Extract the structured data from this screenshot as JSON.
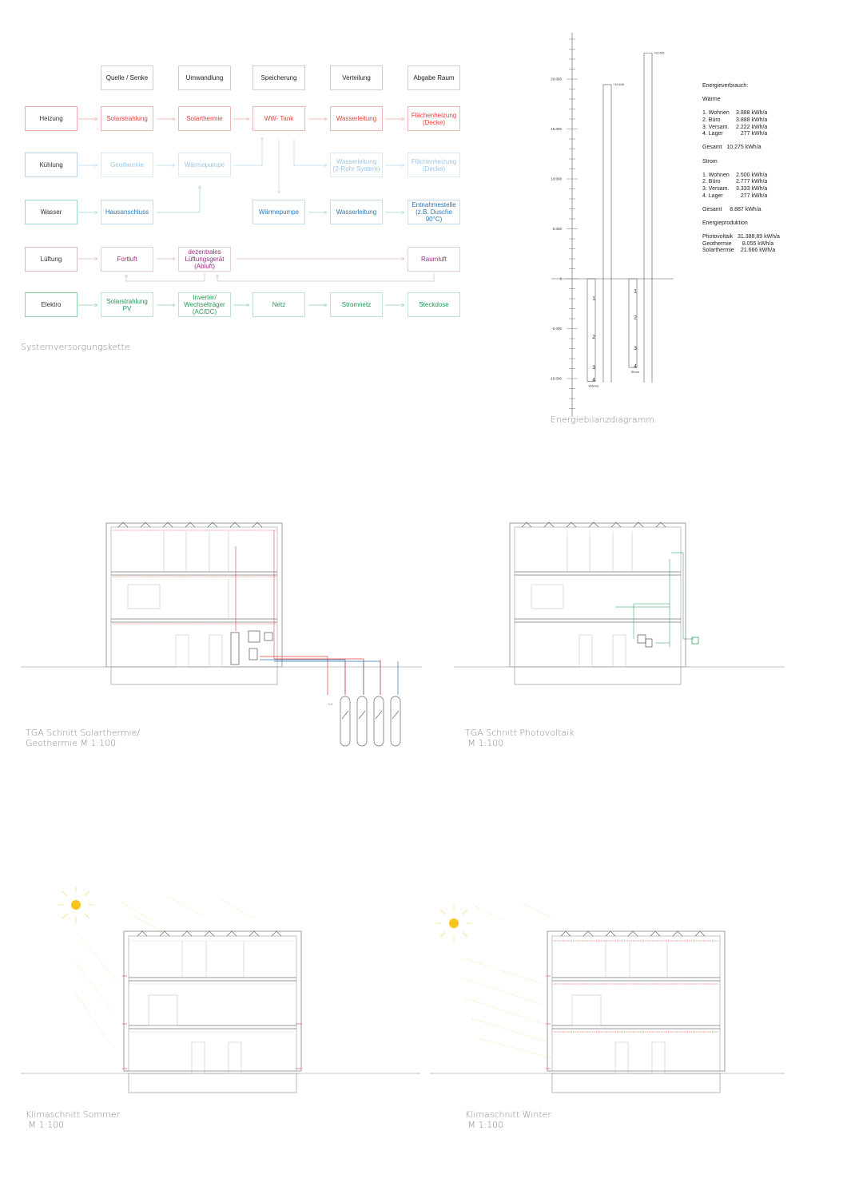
{
  "flow": {
    "headers": [
      "Quelle / Senke",
      "Umwandlung",
      "Speicherung",
      "Verteilung",
      "Abgabe Raum"
    ],
    "rows": [
      {
        "label": "Heizung",
        "cells": [
          "Solarstrahlung",
          "Solarthermie",
          "WW- Tank",
          "Wasserleitung",
          "Flächenheizung\n(Decke)"
        ]
      },
      {
        "label": "Kühlung",
        "cells": [
          "Geothermie",
          "Wärmepumpe",
          "",
          "Wasserleitung\n(2-Rohr System)",
          "Flächenheizung\n(Decke)"
        ]
      },
      {
        "label": "Wasser",
        "cells": [
          "Hausanschluss",
          "",
          "Wärmepumpe",
          "Wasserleitung",
          "Entnahmestelle\n(z.B. Dusche 90°C)"
        ]
      },
      {
        "label": "Lüftung",
        "cells": [
          "Fortluft",
          "dezentrales\nLüftungsgerät\n(Abluft)",
          "",
          "",
          "Raumluft"
        ]
      },
      {
        "label": "Elektro",
        "cells": [
          "Solarstrahlung\nPV",
          "Inverter/\nWechselträger\n(AC/DC)",
          "Netz",
          "Stromnetz",
          "Steckdose"
        ]
      }
    ],
    "colors": {
      "heizung": "#e8413c",
      "kuehlung": "#9ec6e6",
      "wasser": "#2d76b3",
      "lueftung": "#9a2f7e",
      "elektro": "#1e9a55"
    }
  },
  "captions": {
    "system": "Systemversorgungskette",
    "energy": "Energiebilanzdiagramm",
    "tga1": "TGA Schnitt Solarthermie/\nGeothermie M 1:100",
    "tga2": "TGA Schnitt Photovoltaik\n M 1:100",
    "klima1": "Klimaschnitt Sommer\n M 1:100",
    "klima2": "Klimaschnitt Winter\n M 1:100"
  },
  "chart_data": {
    "type": "bar",
    "title": "Energiebilanzdiagramm",
    "y_ticks": [
      "20.000",
      "15.000",
      "10.000",
      "5.000",
      "0",
      "-5.000",
      "-10.000"
    ],
    "ylim": [
      -13000,
      24000
    ],
    "bars": [
      {
        "name": "Wärme",
        "value": -10275,
        "segments": [
          {
            "label": "1",
            "value": 3888
          },
          {
            "label": "2",
            "value": 3888
          },
          {
            "label": "3",
            "value": 2222
          },
          {
            "label": "4",
            "value": 277
          }
        ]
      },
      {
        "name": "",
        "value": 19446,
        "label": "+19.446"
      },
      {
        "name": "Strom",
        "value": -8887,
        "segments": [
          {
            "label": "1",
            "value": 2500
          },
          {
            "label": "2",
            "value": 2777
          },
          {
            "label": "3",
            "value": 3333
          },
          {
            "label": "4",
            "value": 277
          }
        ]
      },
      {
        "name": "",
        "value": 22601,
        "label": "+22.601"
      }
    ]
  },
  "legend": {
    "title": "Energieverbrauch:",
    "waerme_title": "Wärme",
    "waerme": [
      [
        "1. Wohnen",
        "3.888 kWh/a"
      ],
      [
        "2. Büro",
        "3.888 kWh/a"
      ],
      [
        "3. Versam.",
        "2.222 kWh/a"
      ],
      [
        "4. Lager",
        "   277 kWh/a"
      ]
    ],
    "waerme_total": "Gesamt   10.275 kWh/a",
    "strom_title": "Strom",
    "strom": [
      [
        "1. Wohnen",
        "2.500 kWh/a"
      ],
      [
        "2. Büro",
        "2.777 kWh/a"
      ],
      [
        "3. Versam.",
        "3.333 kWh/a"
      ],
      [
        "4. Lager",
        "   277 kWh/a"
      ]
    ],
    "strom_total": "Gesamt     8.887 kWh/a",
    "prod_title": "Energieproduktion",
    "prod": [
      [
        "Photovoltaik",
        "31.388,89 kWh/a"
      ],
      [
        "Geothermie",
        "   8.055 kWh/a"
      ],
      [
        "Solarthermie",
        "  21.666 kWh/a"
      ]
    ]
  },
  "section_labels": {
    "geo": "+/-0"
  }
}
